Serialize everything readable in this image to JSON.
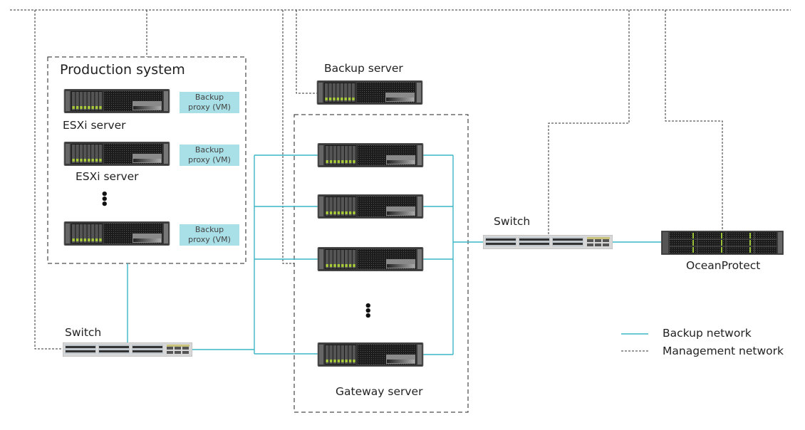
{
  "colors": {
    "backup_network": "#3bb5c4",
    "management_network": "#333333",
    "proxy_fill": "#a9dfe6"
  },
  "production_system": {
    "title": "Production system",
    "servers": [
      {
        "label": "ESXi server",
        "proxy": [
          "Backup",
          "proxy (VM)"
        ]
      },
      {
        "label": "ESXi server",
        "proxy": [
          "Backup",
          "proxy (VM)"
        ]
      },
      {
        "label": "",
        "proxy": [
          "Backup",
          "proxy (VM)"
        ]
      }
    ],
    "ellipsis": "⋮"
  },
  "backup_server": {
    "label": "Backup server"
  },
  "gateway_group": {
    "label": "Gateway server",
    "server_count_shown": 4,
    "ellipsis": "⋮"
  },
  "switches": {
    "left": {
      "label": "Switch"
    },
    "right": {
      "label": "Switch"
    }
  },
  "storage": {
    "label": "OceanProtect"
  },
  "legend": {
    "items": [
      {
        "label": "Backup network",
        "style": "solid"
      },
      {
        "label": "Management network",
        "style": "dashed"
      }
    ]
  }
}
